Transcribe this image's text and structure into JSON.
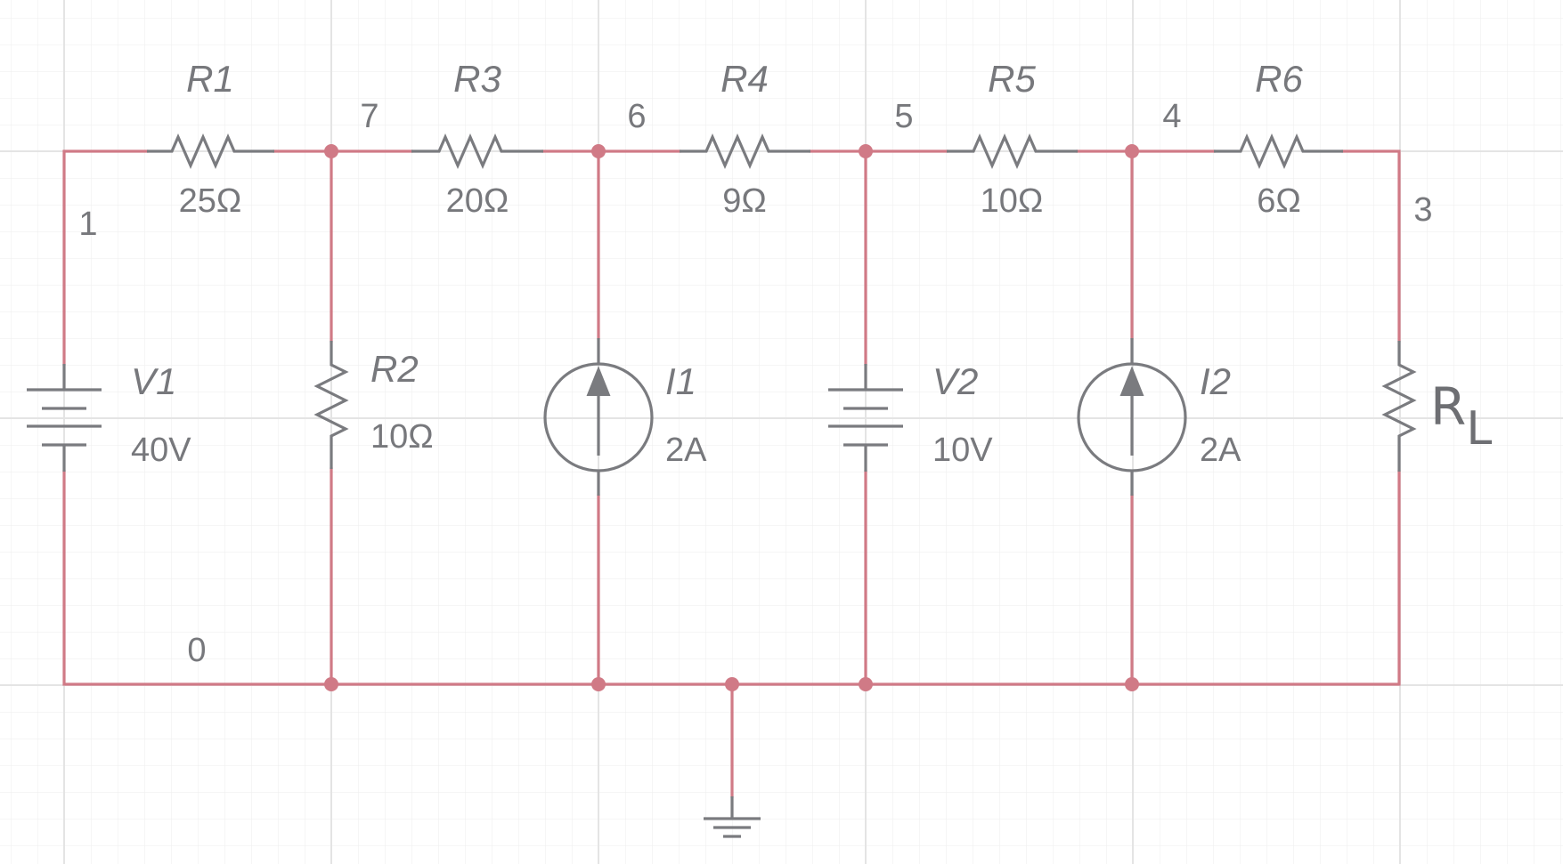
{
  "components": {
    "R1": {
      "name": "R1",
      "value": "25Ω"
    },
    "R2": {
      "name": "R2",
      "value": "10Ω"
    },
    "R3": {
      "name": "R3",
      "value": "20Ω"
    },
    "R4": {
      "name": "R4",
      "value": "9Ω"
    },
    "R5": {
      "name": "R5",
      "value": "10Ω"
    },
    "R6": {
      "name": "R6",
      "value": "6Ω"
    },
    "V1": {
      "name": "V1",
      "value": "40V"
    },
    "V2": {
      "name": "V2",
      "value": "10V"
    },
    "I1": {
      "name": "I1",
      "value": "2A"
    },
    "I2": {
      "name": "I2",
      "value": "2A"
    },
    "RL": {
      "name": "R",
      "subscript": "L"
    }
  },
  "nodes": {
    "n0": "0",
    "n1": "1",
    "n3": "3",
    "n4": "4",
    "n5": "5",
    "n6": "6",
    "n7": "7"
  },
  "colors": {
    "wire": "#d07a86",
    "component": "#7a7b7f",
    "grid_minor": "#f0f0f0",
    "grid_major": "#e3e3e3"
  }
}
